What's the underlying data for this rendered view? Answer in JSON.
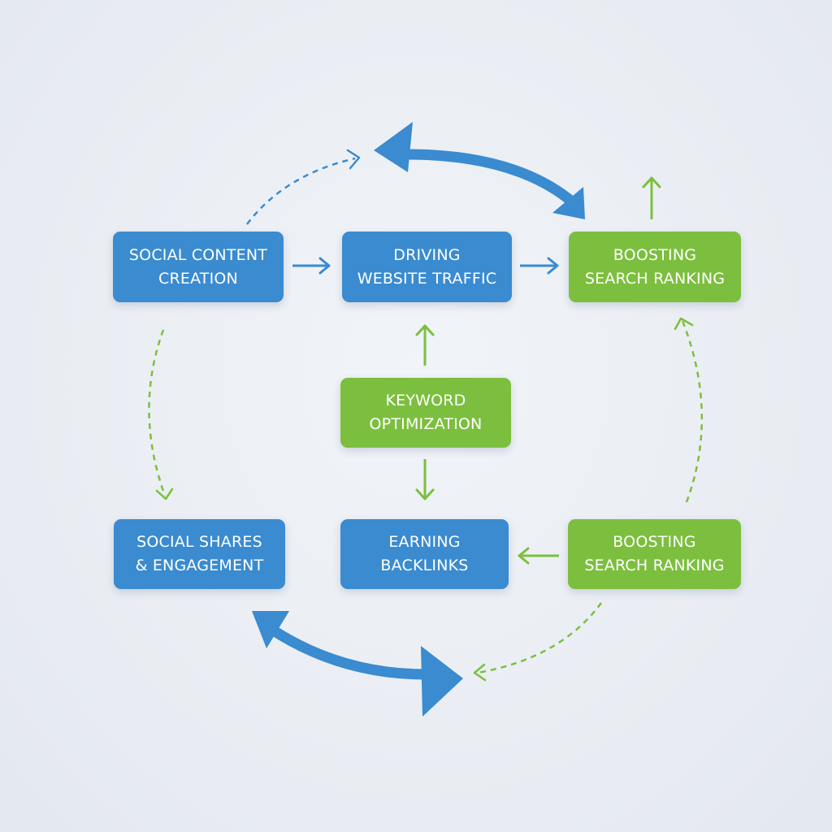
{
  "colors": {
    "blue": "#3a8bd0",
    "green": "#7cbf3f",
    "background": "#e9edf3"
  },
  "nodes": {
    "social_content": {
      "line1": "SOCIAL CONTENT",
      "line2": "CREATION"
    },
    "website_traffic": {
      "line1": "DRIVING",
      "line2": "WEBSITE TRAFFIC"
    },
    "search_ranking_top": {
      "line1": "BOOSTING",
      "line2": "SEARCH RANKING"
    },
    "keyword": {
      "line1": "KEYWORD",
      "line2": "OPTIMIZATION"
    },
    "social_shares": {
      "line1": "SOCIAL SHARES",
      "line2": "& ENGAGEMENT"
    },
    "backlinks": {
      "line1": "EARNING",
      "line2": "BACKLINKS"
    },
    "search_ranking_bottom": {
      "line1": "BOOSTING",
      "line2": "SEARCH RANKING"
    }
  }
}
